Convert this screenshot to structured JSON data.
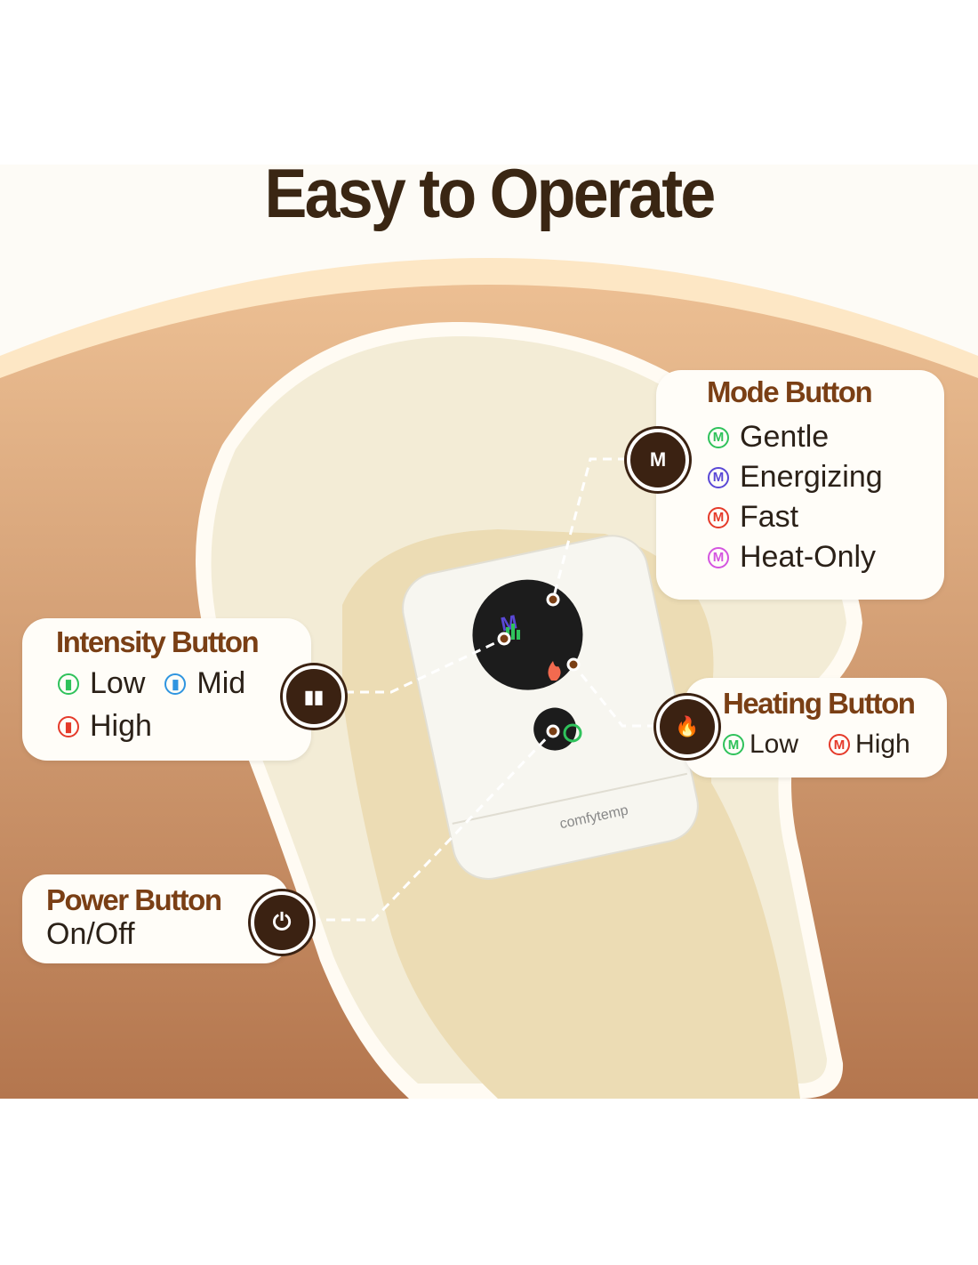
{
  "title": "Easy to Operate",
  "brand_logo": "comfytemp",
  "colors": {
    "title": "#3a2613",
    "heading": "#7a3f15",
    "bubble": "#3b2212",
    "green": "#2fc25b",
    "blue": "#2f95e0",
    "purple": "#5a48d6",
    "red": "#e53a2a",
    "magenta": "#d455e0"
  },
  "mode": {
    "heading": "Mode Button",
    "icon": "mode-m-icon",
    "items": [
      {
        "label": "Gentle",
        "color": "#2fc25b"
      },
      {
        "label": "Energizing",
        "color": "#5a48d6"
      },
      {
        "label": "Fast",
        "color": "#e53a2a"
      },
      {
        "label": "Heat-Only",
        "color": "#d455e0"
      }
    ]
  },
  "intensity": {
    "heading": "Intensity Button",
    "icon": "intensity-bars-icon",
    "items": [
      {
        "label": "Low",
        "color": "#2fc25b"
      },
      {
        "label": "Mid",
        "color": "#2f95e0"
      },
      {
        "label": "High",
        "color": "#e53a2a"
      }
    ]
  },
  "heating": {
    "heading": "Heating Button",
    "icon": "flame-icon",
    "items": [
      {
        "label": "Low",
        "color": "#2fc25b"
      },
      {
        "label": "High",
        "color": "#e53a2a"
      }
    ]
  },
  "power": {
    "heading": "Power Button",
    "sub": "On/Off",
    "icon": "power-icon"
  },
  "glyphs": {
    "m": "M"
  }
}
